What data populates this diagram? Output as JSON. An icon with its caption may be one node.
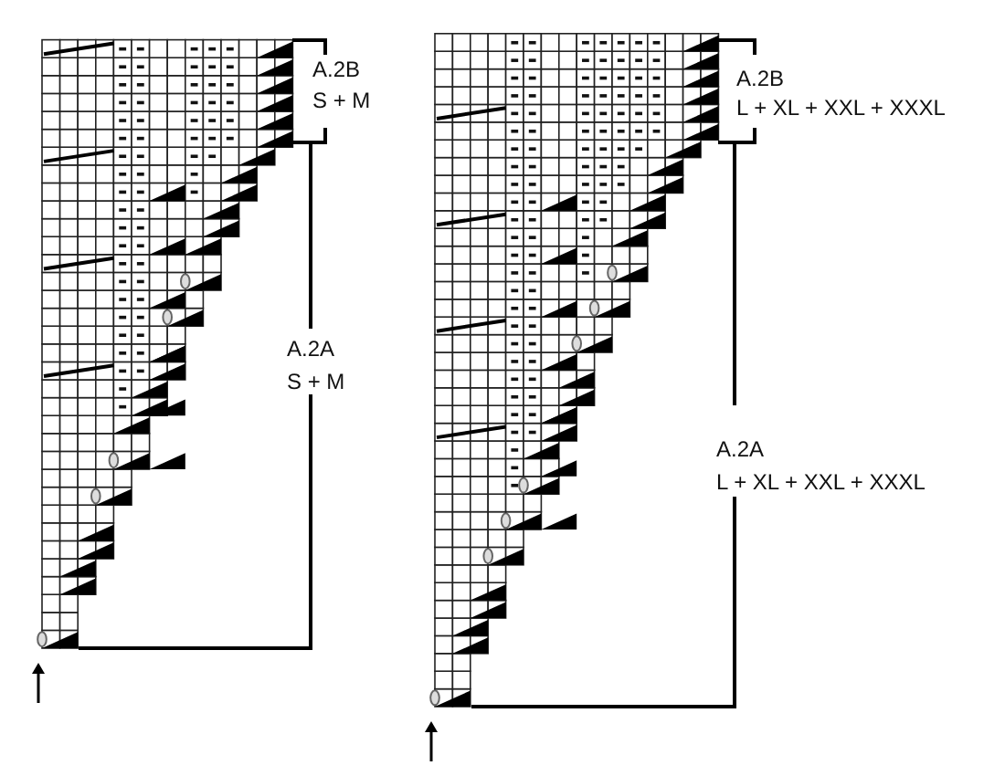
{
  "diagram": {
    "labels": [
      "A.2B",
      "S + M",
      "A.2A",
      "S + M",
      "A.2B",
      "L + XL + XXL + XXXL",
      "A.2A",
      "L + XL + XXL + XXXL"
    ]
  }
}
